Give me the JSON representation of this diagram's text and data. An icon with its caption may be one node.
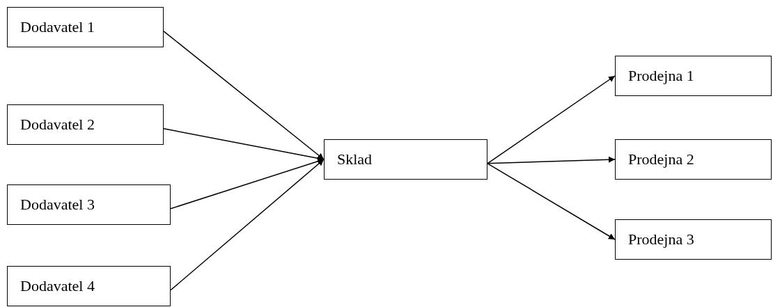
{
  "diagram": {
    "nodes": [
      {
        "text": [
          "Dodavatel 1"
        ]
      },
      {
        "text": [
          "Dodavatel 2"
        ]
      },
      {
        "text": [
          "Dodavatel 3"
        ]
      },
      {
        "text": [
          "Dodavatel 4"
        ]
      },
      {
        "text": [
          "Sklad"
        ]
      },
      {
        "text": [
          "Prodejna 1"
        ]
      },
      {
        "text": [
          "Prodejna 2"
        ]
      },
      {
        "text": [
          "Prodejna 3"
        ]
      }
    ],
    "edges": [
      {
        "from": 0,
        "to": 4,
        "arrow": "to"
      },
      {
        "from": 1,
        "to": 4,
        "arrow": "to"
      },
      {
        "from": 2,
        "to": 4,
        "arrow": "to"
      },
      {
        "from": 3,
        "to": 4,
        "arrow": "to"
      },
      {
        "from": 4,
        "to": 5,
        "arrow": "to"
      },
      {
        "from": 4,
        "to": 6,
        "arrow": "to"
      },
      {
        "from": 4,
        "to": 7,
        "arrow": "to"
      }
    ]
  }
}
